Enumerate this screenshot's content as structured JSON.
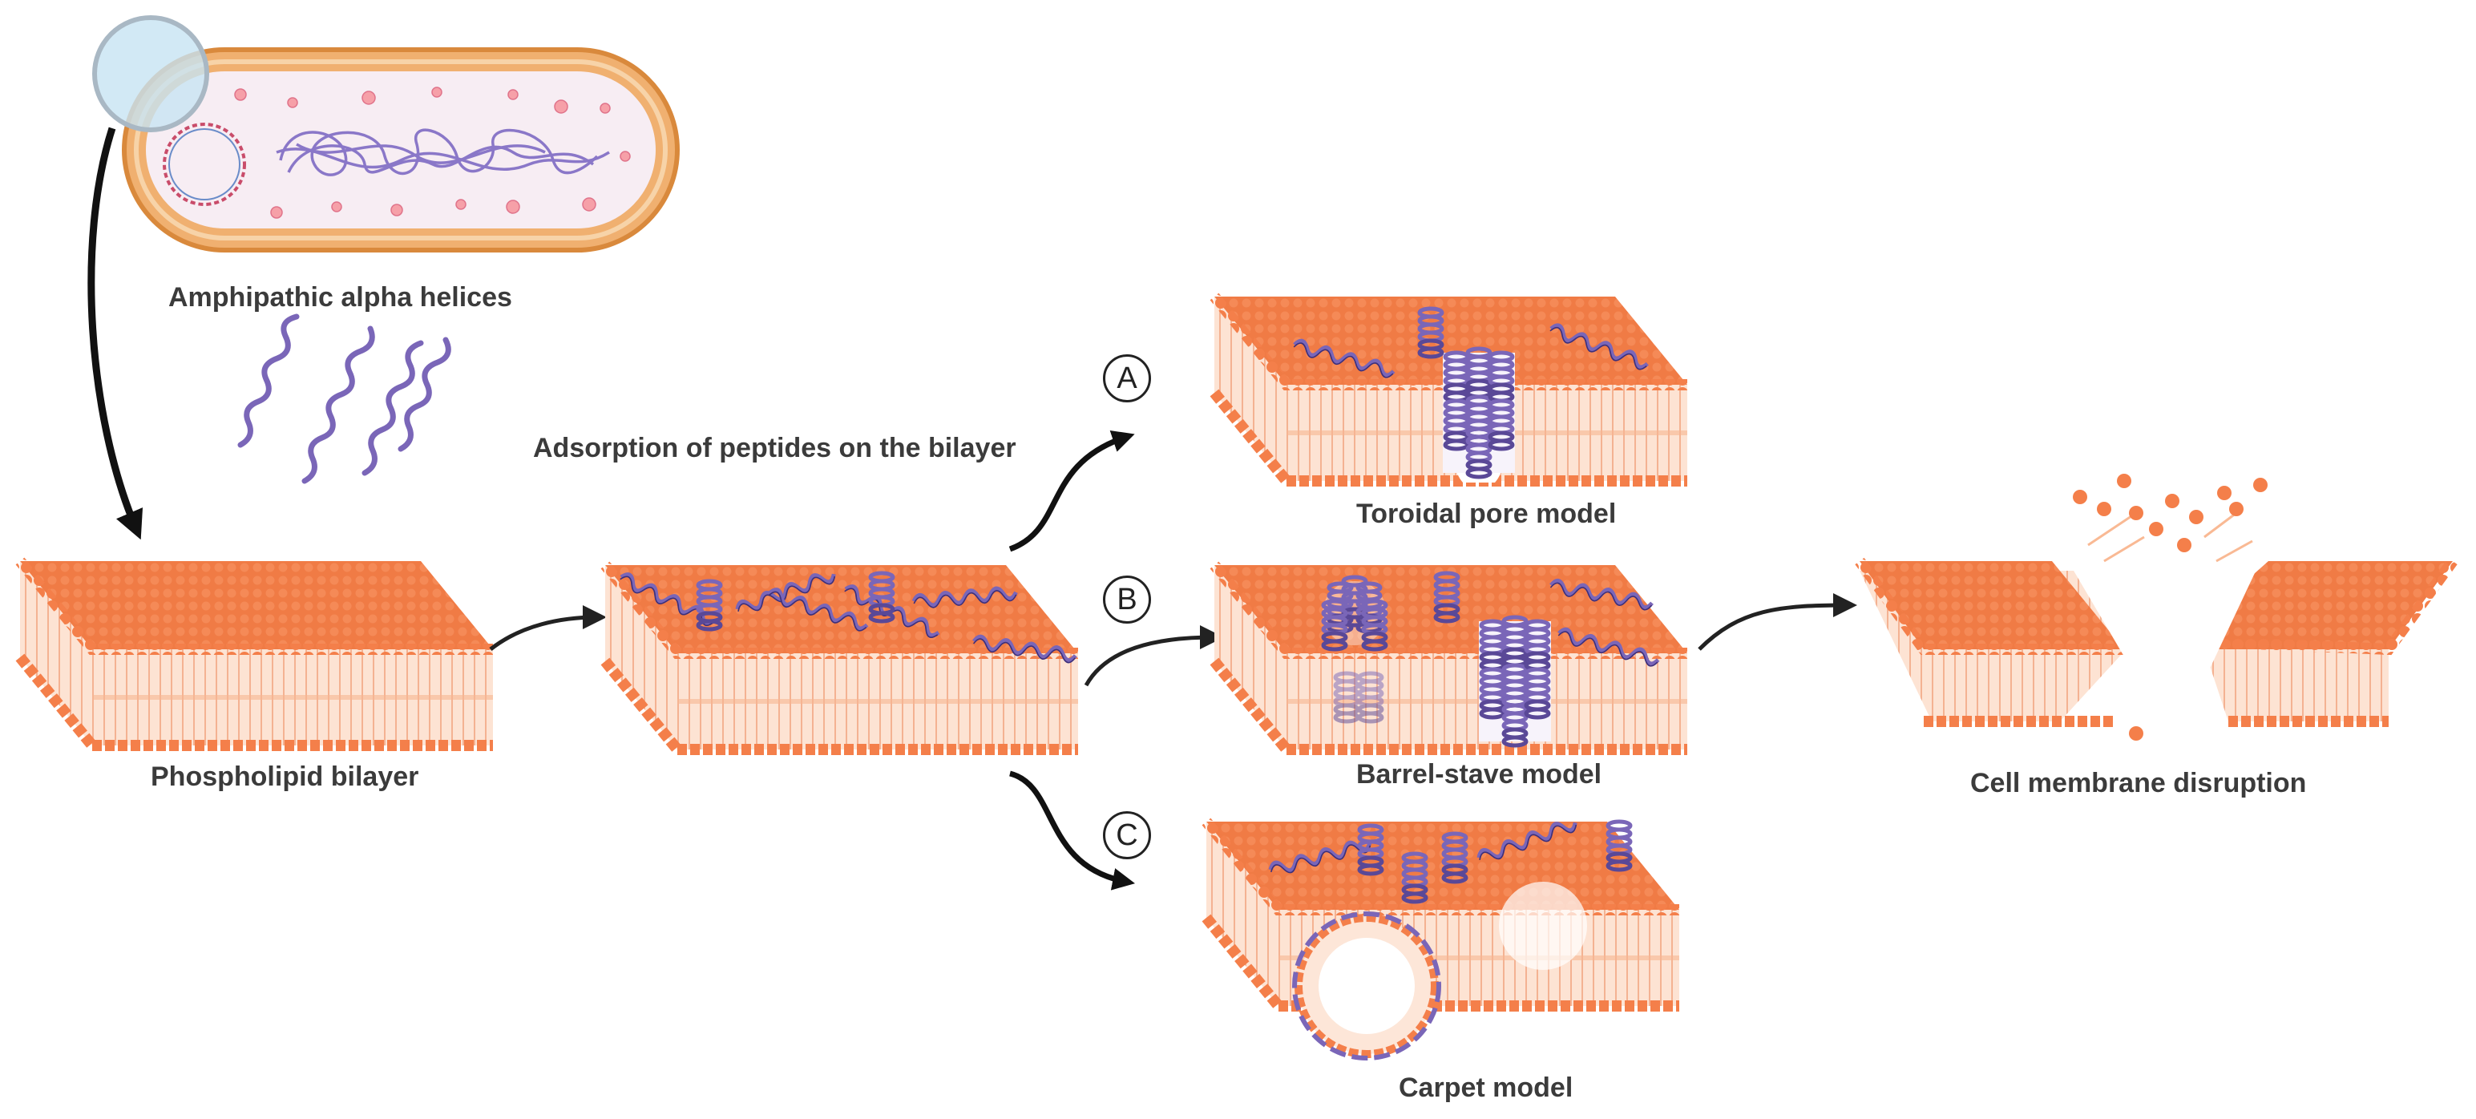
{
  "labels": {
    "amphipathic": "Amphipathic alpha helices",
    "phospholipid": "Phospholipid bilayer",
    "adsorption": "Adsorption of peptides on the bilayer",
    "toroidal": "Toroidal pore model",
    "barrel": "Barrel-stave model",
    "carpet": "Carpet model",
    "disruption": "Cell membrane disruption"
  },
  "markers": {
    "a": "A",
    "b": "B",
    "c": "C"
  },
  "colors": {
    "lipid_head": "#f47f4a",
    "lipid_tail": "#f9c3a6",
    "peptide": "#7a66b8",
    "bacterium_wall": "#e9a85a",
    "bacterium_inner": "#f6eef2",
    "arrow": "#222222"
  }
}
